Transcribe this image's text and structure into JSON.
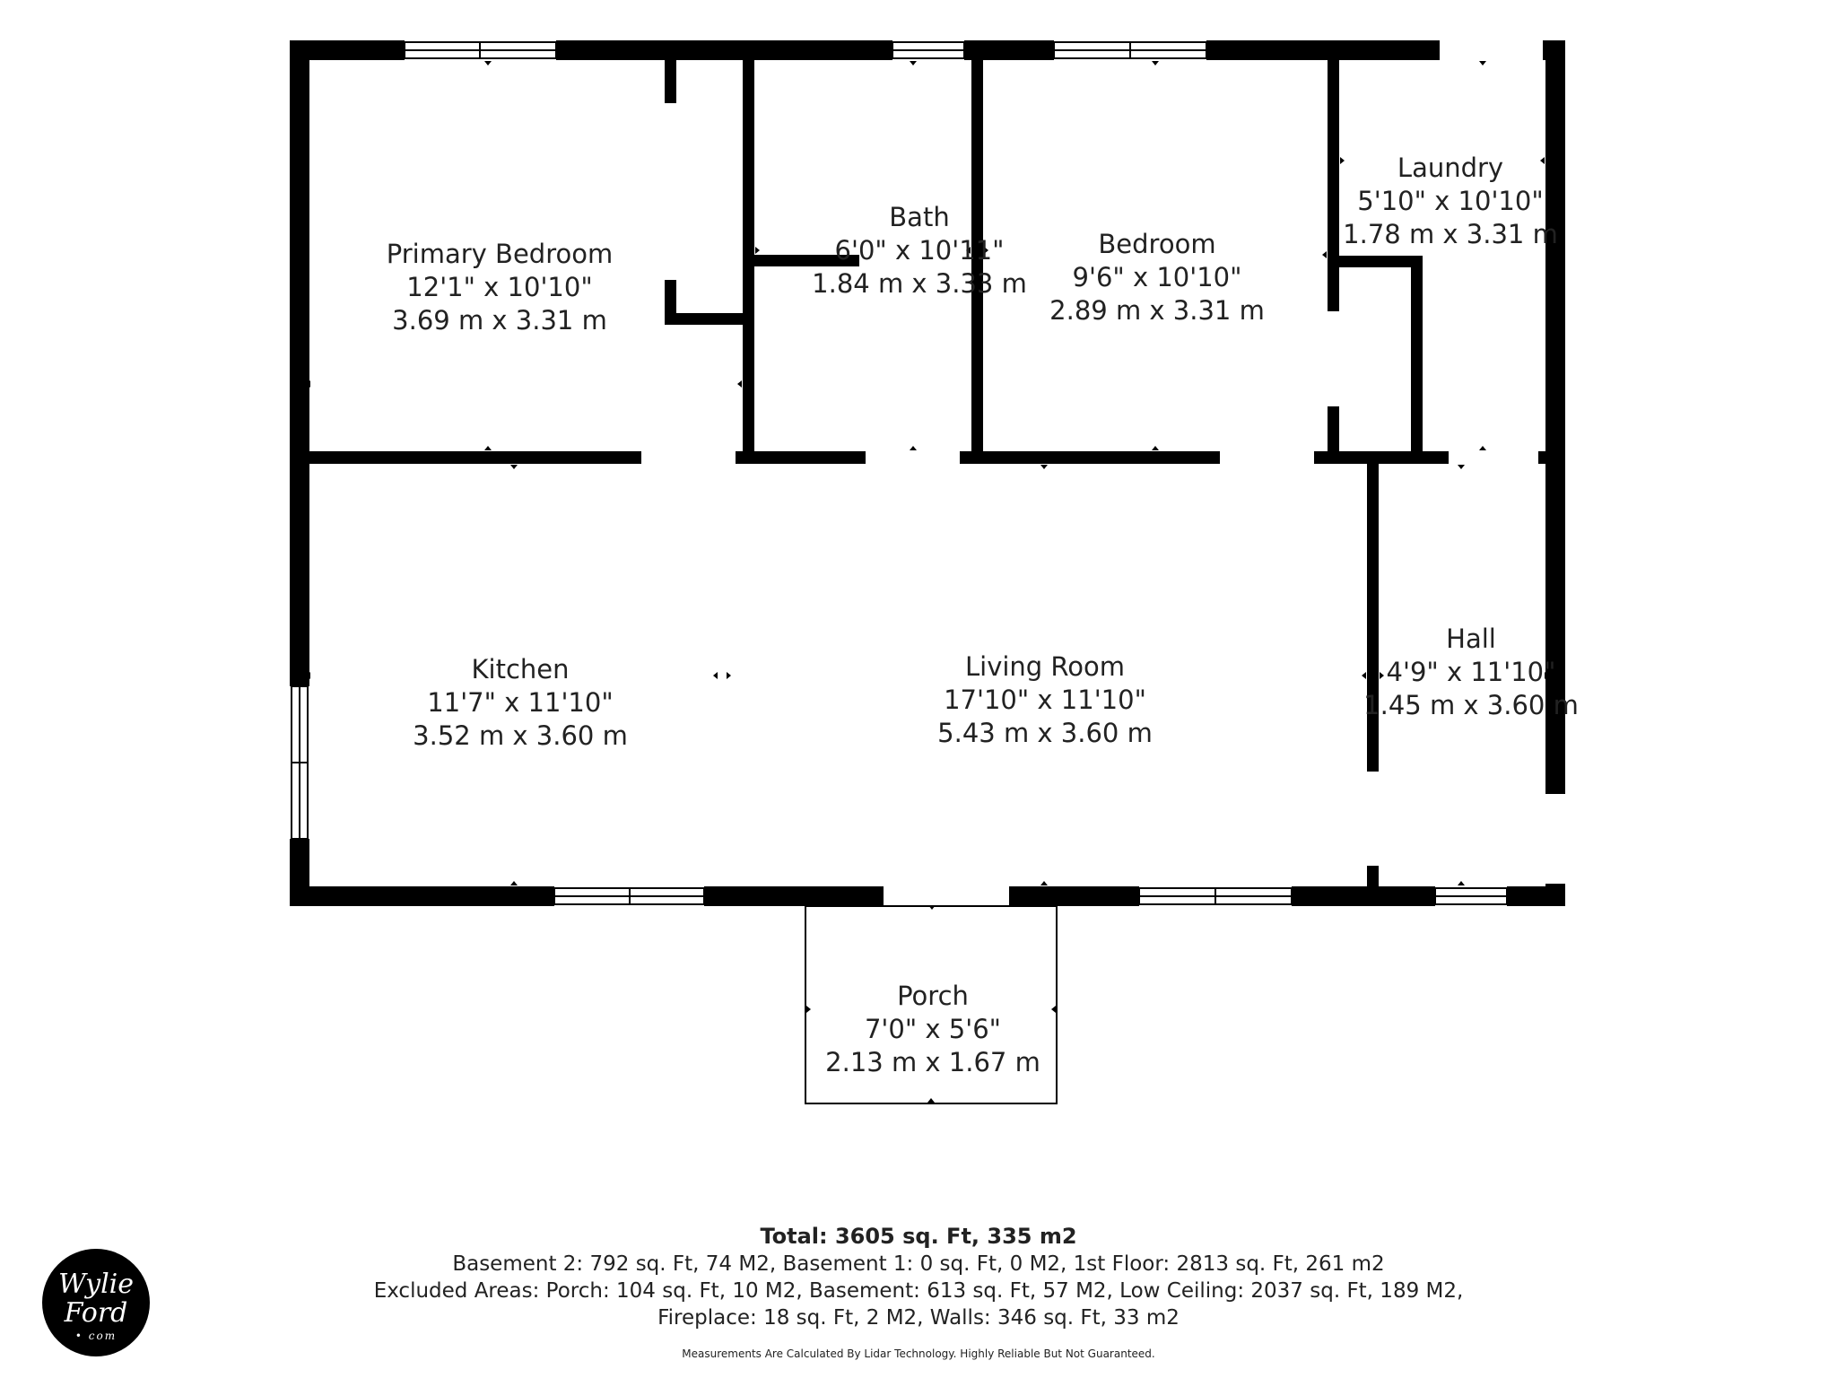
{
  "rooms": [
    {
      "id": "primary-bedroom",
      "name": "Primary Bedroom",
      "imperial": "12'1\" x 10'10\"",
      "metric": "3.69 m x 3.31 m"
    },
    {
      "id": "bath",
      "name": "Bath",
      "imperial": "6'0\" x 10'11\"",
      "metric": "1.84 m x 3.33 m"
    },
    {
      "id": "bedroom",
      "name": "Bedroom",
      "imperial": "9'6\" x 10'10\"",
      "metric": "2.89 m x 3.31 m"
    },
    {
      "id": "laundry",
      "name": "Laundry",
      "imperial": "5'10\" x 10'10\"",
      "metric": "1.78 m x 3.31 m"
    },
    {
      "id": "kitchen",
      "name": "Kitchen",
      "imperial": "11'7\" x 11'10\"",
      "metric": "3.52 m x 3.60 m"
    },
    {
      "id": "living-room",
      "name": "Living Room",
      "imperial": "17'10\" x 11'10\"",
      "metric": "5.43 m x 3.60 m"
    },
    {
      "id": "hall",
      "name": "Hall",
      "imperial": "4'9\" x 11'10\"",
      "metric": "1.45 m x 3.60 m"
    },
    {
      "id": "porch",
      "name": "Porch",
      "imperial": "7'0\" x 5'6\"",
      "metric": "2.13 m x 1.67 m"
    }
  ],
  "summary": {
    "total": "Total: 3605 sq. Ft, 335 m2",
    "line1": "Basement 2: 792 sq. Ft, 74 M2, Basement 1: 0 sq. Ft, 0 M2, 1st Floor: 2813 sq. Ft, 261 m2",
    "line2": "Excluded Areas: Porch: 104 sq. Ft, 10 M2, Basement: 613 sq. Ft, 57 M2, Low Ceiling: 2037 sq. Ft, 189 M2,",
    "line3": "Fireplace: 18 sq. Ft, 2 M2, Walls: 346 sq. Ft, 33 m2",
    "disclaimer": "Measurements Are Calculated By Lidar Technology. Highly Reliable But Not Guaranteed."
  },
  "logo": {
    "line1": "Wylie",
    "line2": "Ford",
    "line3": "• com"
  },
  "colors": {
    "wall": "#000000",
    "background": "#ffffff",
    "text": "#222222"
  }
}
